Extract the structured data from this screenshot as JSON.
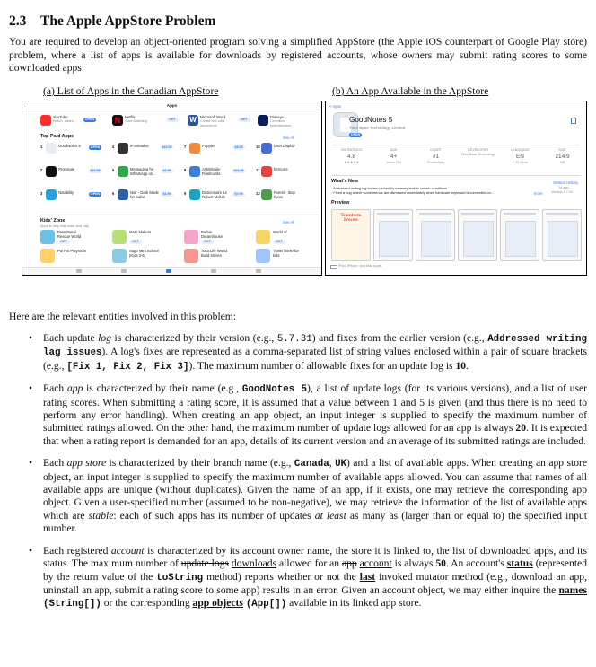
{
  "section": {
    "number": "2.3",
    "title": "The Apple AppStore Problem"
  },
  "intro": "You are required to develop an object-oriented program solving a simplified AppStore (the Apple iOS counterpart of Google Play store) problem, where a list of apps is available for downloads by registered accounts, whose owners may submit rating scores to some downloaded apps:",
  "captions": {
    "a": "(a) List of Apps in the Canadian AppStore",
    "b": "(b) An App Available in the AppStore"
  },
  "fig_a": {
    "header": "Apps",
    "top_row": [
      {
        "name": "YouTube:",
        "sub": "Watch, Listen,...",
        "btn": "OPEN"
      },
      {
        "name": "Netflix",
        "sub": "Start Watching",
        "btn": "GET"
      },
      {
        "name": "Microsoft Word",
        "sub": "Create and edit documents",
        "btn": "GET"
      },
      {
        "name": "Disney+",
        "sub": "Unlimited entertainment",
        "btn": "GET"
      }
    ],
    "top_paid": "Top Paid Apps",
    "see_all": "See All",
    "paid_apps": [
      {
        "rank": "1",
        "name": "GoodNotes 5",
        "btn": "OPEN"
      },
      {
        "rank": "4",
        "name": "iFontMaker",
        "btn": "$10.99"
      },
      {
        "rank": "7",
        "name": "Poppie!",
        "btn": "$3.99"
      },
      {
        "rank": "10",
        "name": "Duet Display",
        "btn": ""
      },
      {
        "rank": "2",
        "name": "Procreate",
        "btn": "$15.99"
      },
      {
        "rank": "5",
        "name": "Messaging for WhatsApp on...",
        "btn": "$2.99"
      },
      {
        "rank": "8",
        "name": "AnkiMobile Flashcards",
        "btn": "$34.99"
      },
      {
        "rank": "11",
        "name": "forScore",
        "btn": ""
      },
      {
        "rank": "3",
        "name": "Notability",
        "btn": "OPEN"
      },
      {
        "rank": "6",
        "name": "Noir - Dark Mode for Safari",
        "btn": "$1.99"
      },
      {
        "rank": "9",
        "name": "Dictionnaire Le Robert Mobile",
        "btn": "$7.99"
      },
      {
        "rank": "12",
        "name": "Forest - Stay focus",
        "btn": ""
      }
    ],
    "kids_zone": "Kids' Zone",
    "kids_sub": "Apps to help kids learn and play",
    "kids_apps": [
      {
        "name": "PAW Patrol Rescue World",
        "btn": "GET"
      },
      {
        "name": "Math Makers",
        "btn": "GET"
      },
      {
        "name": "Barbie Dreamhouse Adventures",
        "btn": "GET"
      },
      {
        "name": "World of",
        "btn": "GET"
      },
      {
        "name": "Poi Poi Playroom",
        "btn": ""
      },
      {
        "name": "Sago Mini School (Kids 2-5)",
        "btn": ""
      },
      {
        "name": "Toca Life World: Build stories",
        "btn": ""
      },
      {
        "name": "Think!Think! for kids",
        "btn": ""
      }
    ]
  },
  "fig_b": {
    "back": "< Apps",
    "app_name": "GoodNotes 5",
    "developer": "Time Base Technology Limited",
    "open": "OPEN",
    "stats": [
      {
        "label": "390 RATINGS",
        "value": "4.8",
        "sub": "★★★★★"
      },
      {
        "label": "AGE",
        "value": "4+",
        "sub": "Years Old"
      },
      {
        "label": "CHART",
        "value": "#1",
        "sub": "Productivity"
      },
      {
        "label": "DEVELOPER",
        "value": "",
        "sub": "Time Base Technology"
      },
      {
        "label": "LANGUAGE",
        "value": "EN",
        "sub": "+ 12 More"
      },
      {
        "label": "SIZE",
        "value": "214.9",
        "sub": "MB"
      }
    ],
    "whats_new": "What's New",
    "version_history": "Version History",
    "ago": "1d ago",
    "version": "Version 5.7.31",
    "notes": "- Addressed writing lag issues caused by memory leak in certain conditions\n- Fixed a bug where some menus are dismissed immediately when hardware keyboard is connected on...",
    "more": "more",
    "preview": "Preview",
    "preview_title": "Transform Process",
    "devices": "iPad, iPhone, and Mac Apps"
  },
  "relevant": "Here are the relevant entities involved in this problem:",
  "log": {
    "p1": "Each update ",
    "term": "log",
    "p2": " is characterized by their version (e.g., ",
    "ex1": "5.7.31",
    "p3": ") and fixes from the earlier version (e.g., ",
    "ex2": "Addressed writing lag issues",
    "p4": "). A log's fixes are represented as a comma-separated list of string values enclosed within a pair of square brackets (e.g., ",
    "ex3": "[Fix 1, Fix 2, Fix 3]",
    "p5": "). The maximum number of allowable fixes for an update log is ",
    "max": "10",
    "p6": "."
  },
  "app": {
    "p1": "Each ",
    "term": "app",
    "p2": " is characterized by their name (e.g., ",
    "ex1": "GoodNotes 5",
    "p3": "), a list of update logs (for its various versions), and a list of user rating scores. When submitting a rating score, it is assumed that a value between 1 and 5 is given (and thus there is no need to perform any error handling). When creating an app object, an input integer is supplied to specify the maximum number of submitted ratings allowed. On the other hand, the maximum number of update logs allowed for an app is always ",
    "max": "20",
    "p4": ". It is expected that when a rating report is demanded for an app, details of its current version and an average of its submitted ratings are included."
  },
  "store": {
    "p1": "Each ",
    "term": "app store",
    "p2": " is characterized by their branch name (e.g., ",
    "ex1": "Canada",
    "p3": ", ",
    "ex2": "UK",
    "p4": ") and a list of available apps. When creating an app store object, an input integer is supplied to specify the maximum number of available apps allowed. You can assume that names of all available apps are unique (without duplicates). Given the name of an app, if it exists, one may retrieve the corresponding app object. Given a user-specified number (assumed to be non-negative), we may retrieve the information of the list of available apps which are ",
    "stable": "stable",
    "p5": ": each of such apps has its number of updates ",
    "atleast": "at least",
    "p6": " as many as (larger than or equal to) the specified input number."
  },
  "account": {
    "p1": "Each registered ",
    "term": "account",
    "p2": " is characterized by its account owner name, the store it is linked to, the list of downloaded apps, and its status. The maximum number of ",
    "struck1": "update logs",
    "p3": " ",
    "ins1": "downloads",
    "p4": " allowed for an ",
    "struck2": "app",
    "p5": " ",
    "ins2": "account",
    "p6": " is always ",
    "max": "50",
    "p7": ". An account's ",
    "status": "status",
    "p8": " (represented by the return value of the ",
    "tostring": "toString",
    "p9": " method) reports whether or not the ",
    "last": "last",
    "p10": " invoked mutator method (e.g., download an app, uninstall an app, submit a rating score to some app) results in an error. Given an account object, we may either inquire the ",
    "names": "names",
    "p11": " ",
    "strarr": "(String[])",
    "p12": " or the corresponding ",
    "appobjs": "app objects",
    "p13": " ",
    "apparr": "(App[])",
    "p14": " available in its linked app store."
  },
  "colors": {
    "ios_blue": "#2f7de1",
    "border": "#000000"
  }
}
